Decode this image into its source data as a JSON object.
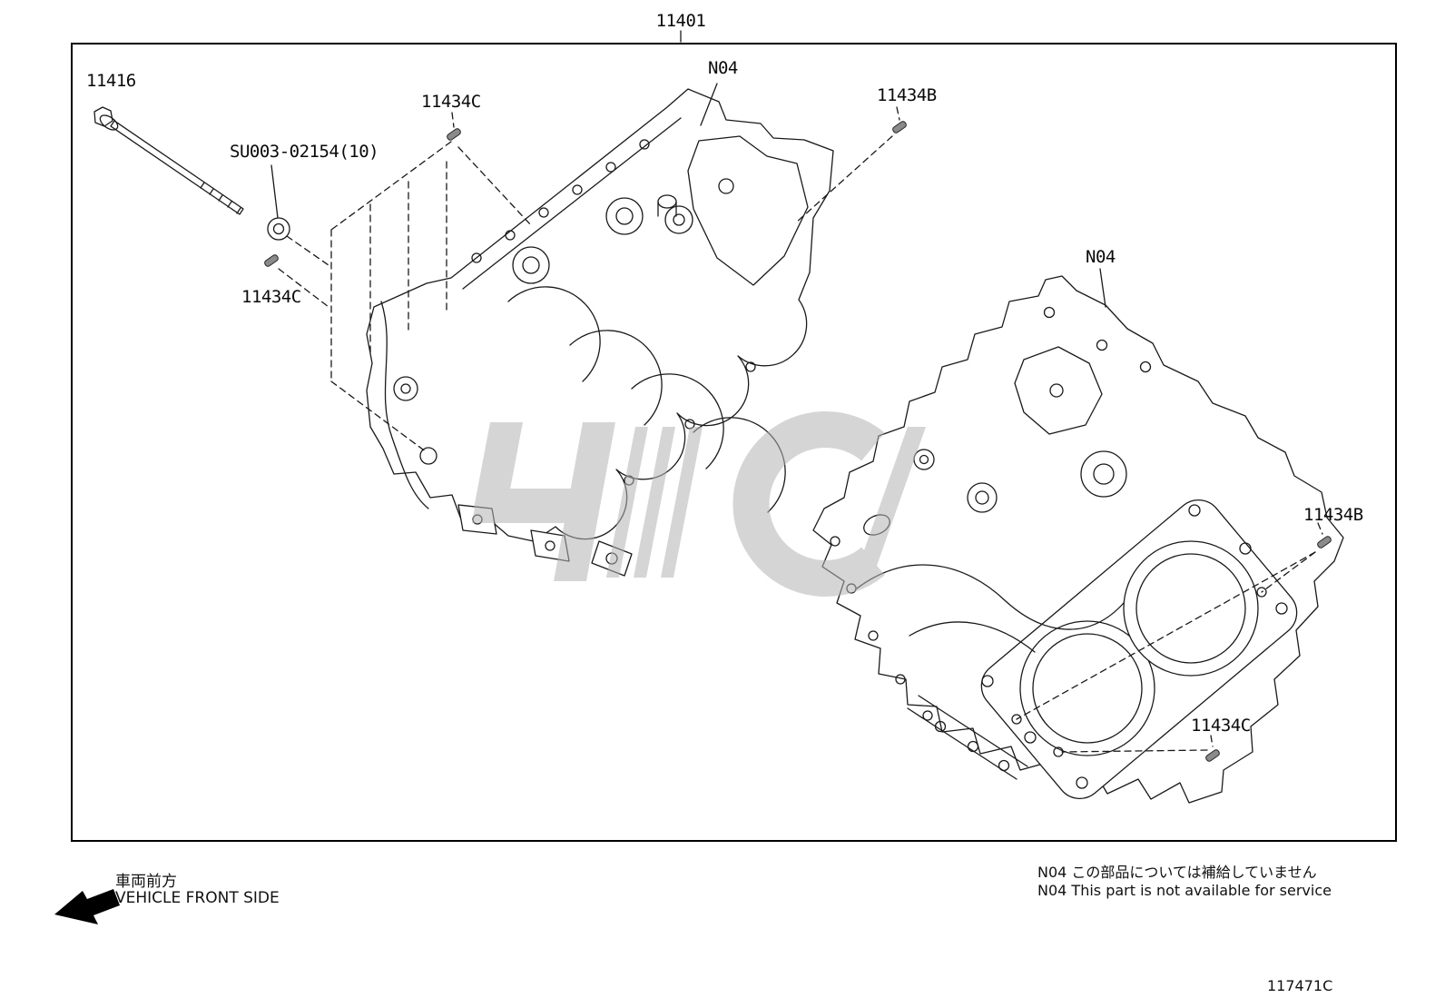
{
  "callouts": {
    "c11401": "11401",
    "c11416": "11416",
    "c11434C_top": "11434C",
    "su003": "SU003-02154(10)",
    "c11434C_left": "11434C",
    "n04_left": "N04",
    "c11434B_top": "11434B",
    "n04_right": "N04",
    "c11434B_right": "11434B",
    "c11434C_bottom": "11434C"
  },
  "footer": {
    "front_jp": "車両前方",
    "front_en": "VEHICLE FRONT SIDE",
    "note_line1": "N04  この部品については補給していません",
    "note_line2": "N04  This part is not available for service",
    "figure_code": "117471C"
  },
  "colors": {
    "line": "#1a1a1a",
    "watermark": "#b3b3b3",
    "pin_fill": "#8a8a8a"
  }
}
